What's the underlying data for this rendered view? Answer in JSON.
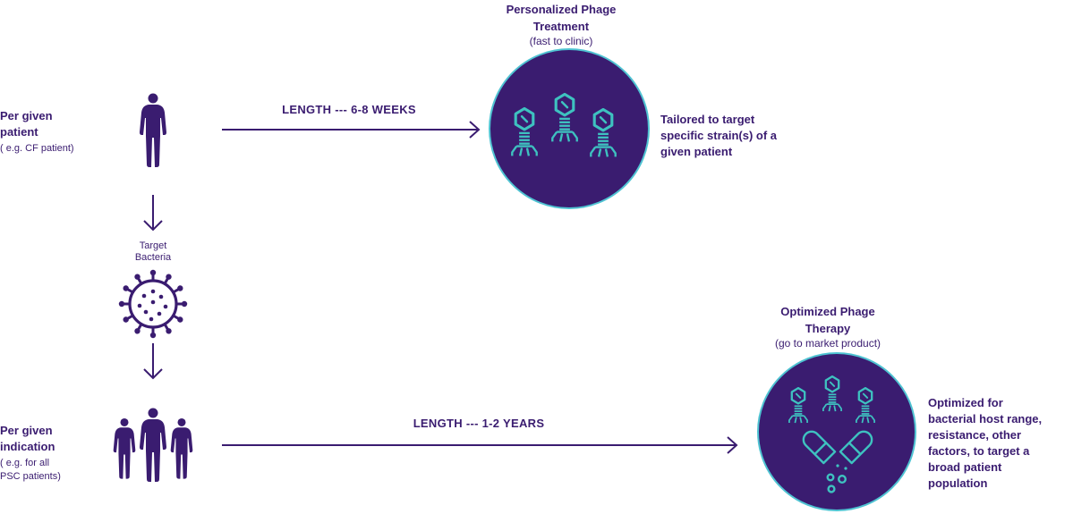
{
  "colors": {
    "primary": "#3a1c70",
    "circle_fill": "#3a1c70",
    "circle_border": "#4fc3d2",
    "teal": "#3ec2c0"
  },
  "top_left": {
    "label_line1": "Per given",
    "label_line2": "patient",
    "note": "( e.g. CF patient)",
    "icon": "person-icon"
  },
  "bottom_left": {
    "label_line1": "Per given",
    "label_line2": "indication",
    "note_line1": "( e.g. for all",
    "note_line2": "PSC patients)",
    "icon": "group-icon"
  },
  "middle": {
    "target_line1": "Target",
    "target_line2": "Bacteria",
    "icon": "bacteria-icon"
  },
  "top_arrow": {
    "label": "LENGTH --- 6-8 WEEKS"
  },
  "bottom_arrow": {
    "label": "LENGTH --- 1-2 YEARS"
  },
  "personalized": {
    "title_line1": "Personalized Phage",
    "title_line2": "Treatment",
    "note": "(fast to clinic)",
    "desc_line1": "Tailored to target",
    "desc_line2": "specific strain(s) of a",
    "desc_line3": "given patient"
  },
  "optimized": {
    "title_line1": "Optimized Phage",
    "title_line2": "Therapy",
    "note": "(go to market product)",
    "desc_line1": "Optimized for",
    "desc_line2": "bacterial host range,",
    "desc_line3": "resistance, other",
    "desc_line4": "factors, to target a",
    "desc_line5": "broad patient",
    "desc_line6": "population"
  }
}
